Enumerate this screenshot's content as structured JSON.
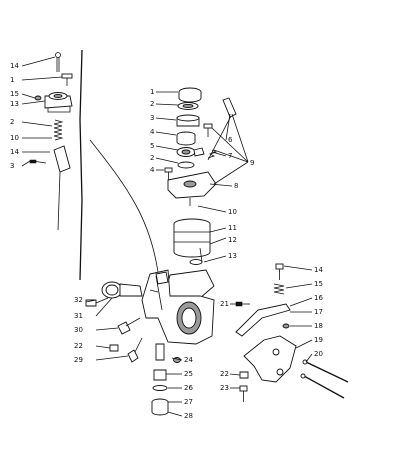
{
  "diagram": {
    "callouts_left": [
      "14",
      "1",
      "15",
      "13",
      "2",
      "10",
      "14",
      "3"
    ],
    "callouts_top": [
      "1",
      "2",
      "3",
      "4",
      "5",
      "2",
      "4",
      "6",
      "7",
      "8",
      "9",
      "10",
      "11",
      "12",
      "13"
    ],
    "callouts_bottom_left": [
      "32",
      "31",
      "30",
      "22",
      "29"
    ],
    "callouts_bottom_center": [
      "24",
      "25",
      "26",
      "27",
      "28"
    ],
    "callouts_right": [
      "14",
      "15",
      "16",
      "17",
      "18",
      "19",
      "20",
      "21",
      "22",
      "23"
    ]
  }
}
